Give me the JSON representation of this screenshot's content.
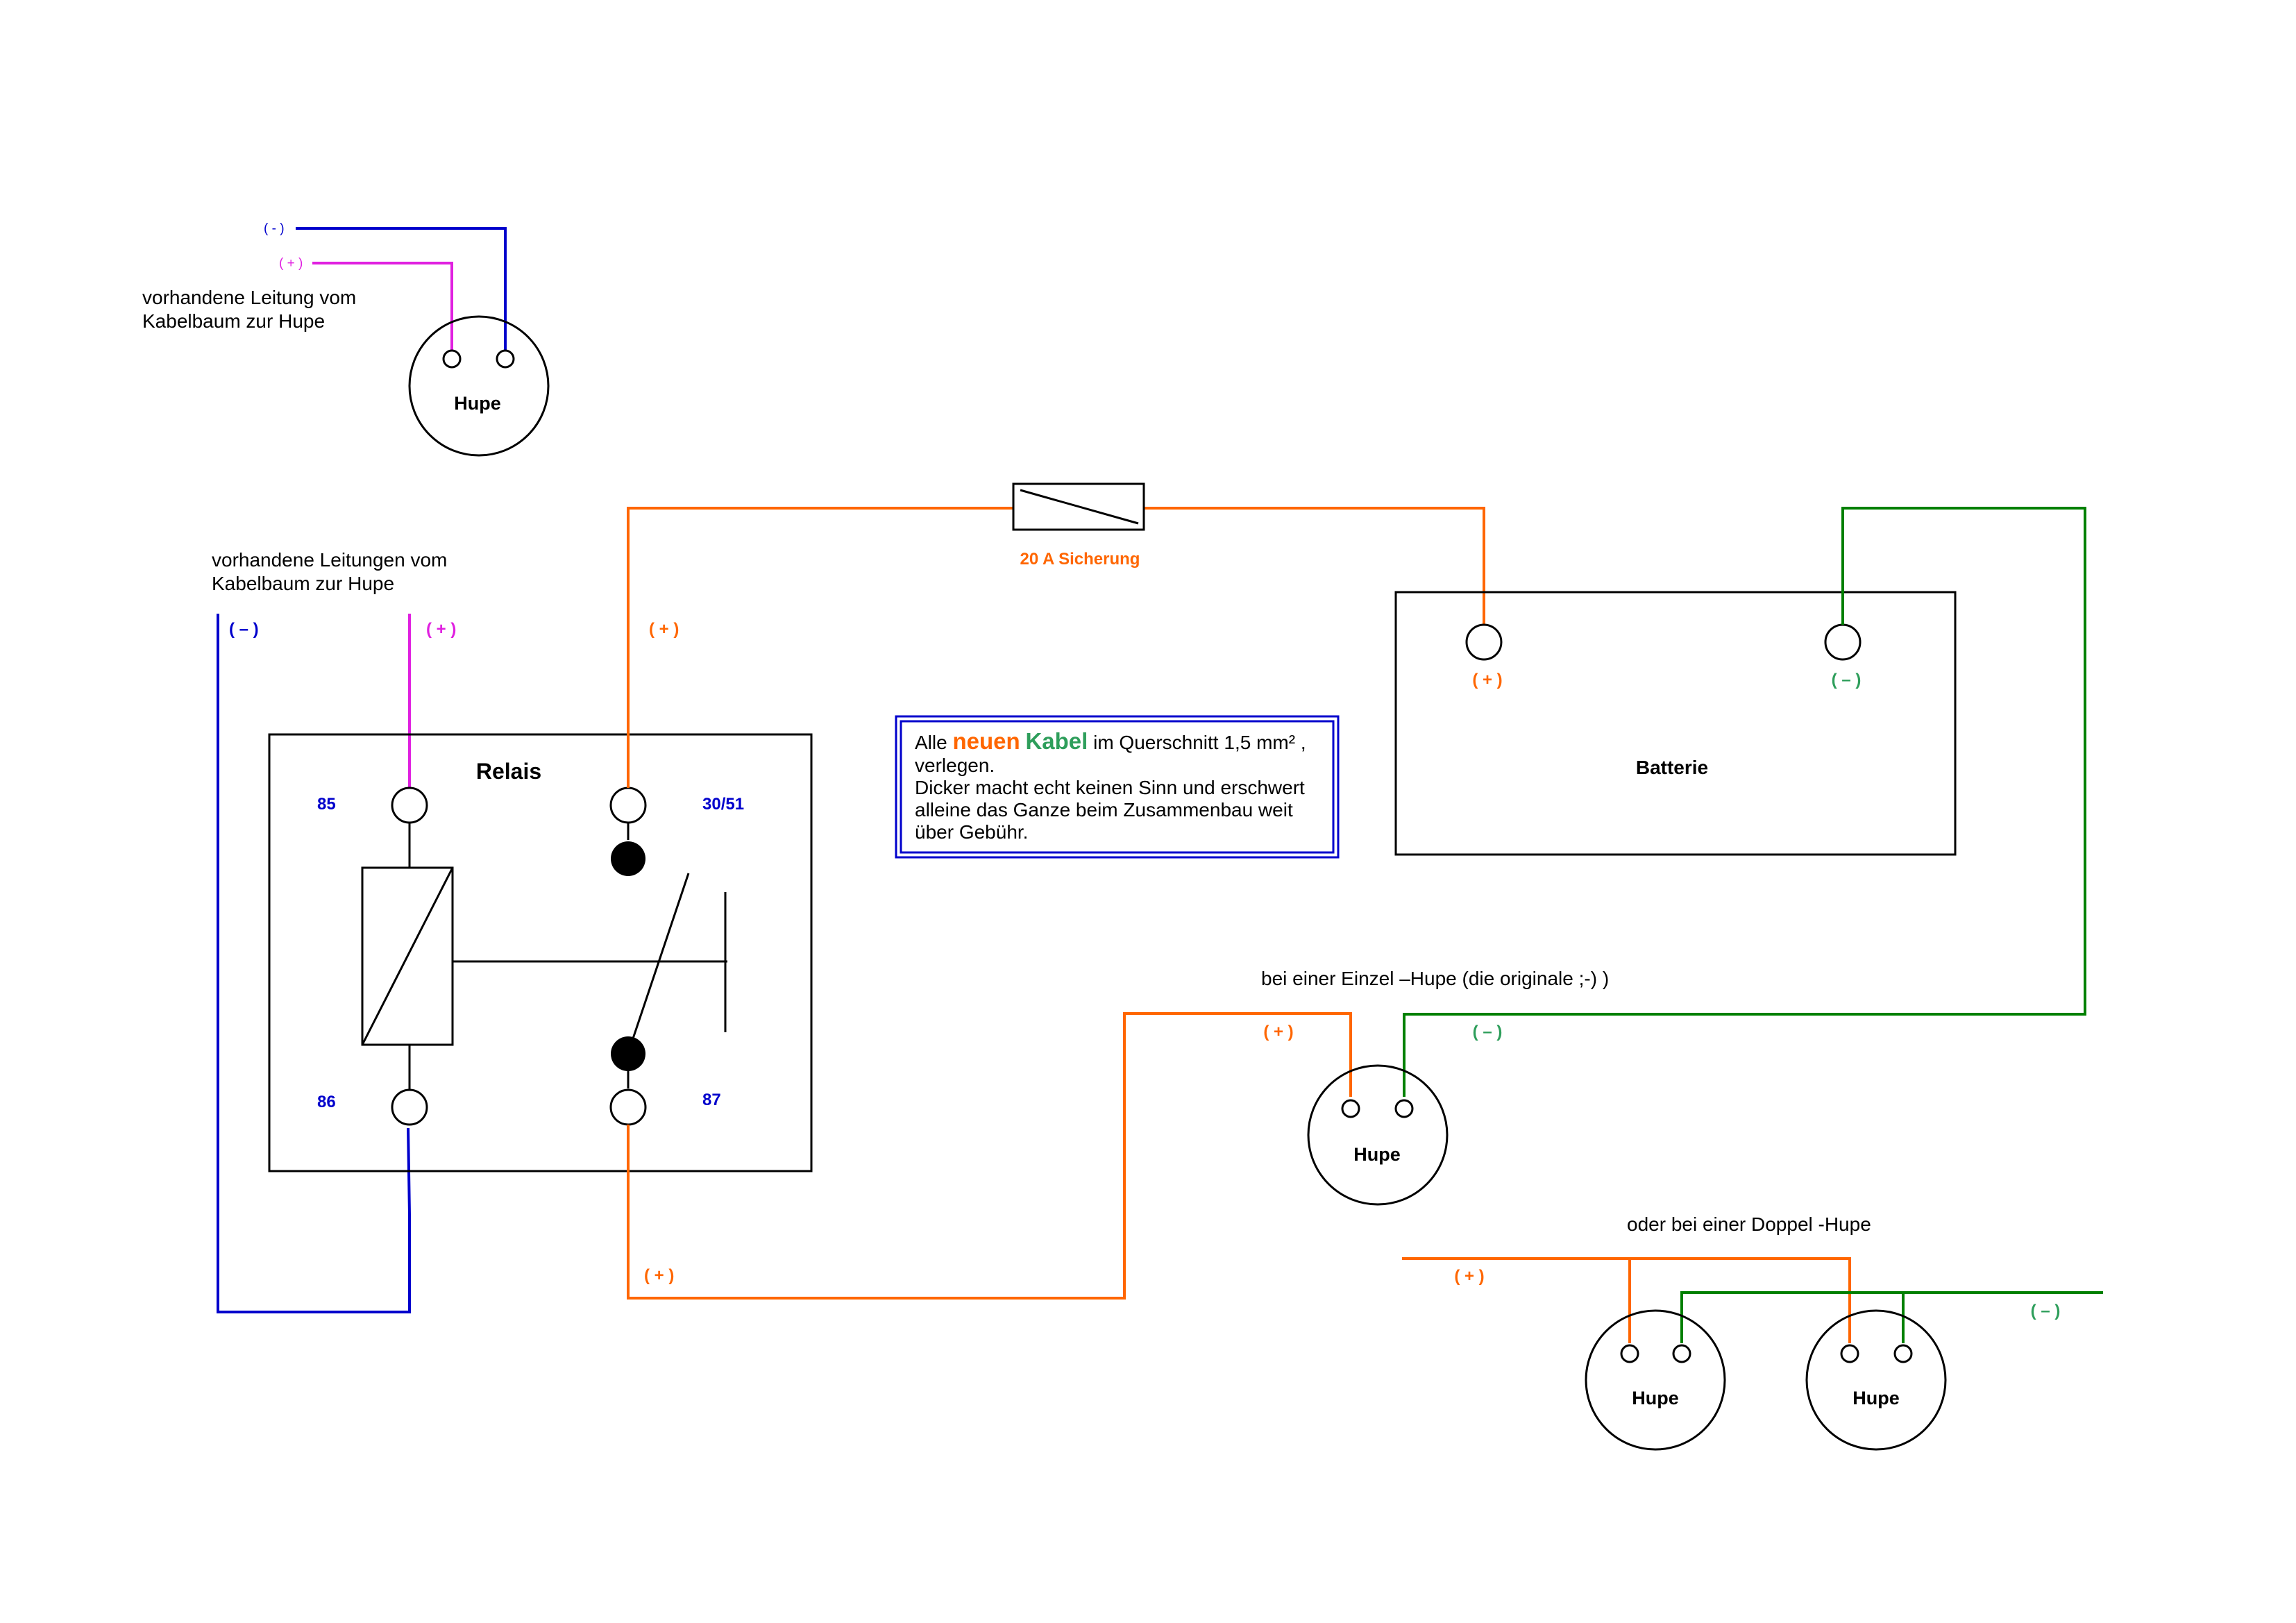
{
  "colors": {
    "orange": "#ff6600",
    "green": "#008000",
    "blue": "#0000cc",
    "magenta": "#e020e0",
    "black": "#000000",
    "note_green": "#2e9e5b"
  },
  "top_horn": {
    "minus_label": "( - )",
    "plus_label": "( + )",
    "caption_line1": "vorhandene Leitung vom",
    "caption_line2": "Kabelbaum zur Hupe",
    "horn_label": "Hupe"
  },
  "relay_leads": {
    "caption_line1": "vorhandene Leitungen vom",
    "caption_line2": "Kabelbaum zur Hupe",
    "minus_label": "( – )",
    "plus_label": "( + )"
  },
  "relay": {
    "title": "Relais",
    "pin_85": "85",
    "pin_86": "86",
    "pin_3051": "30/51",
    "pin_87": "87"
  },
  "fuse": {
    "label": "20 A Sicherung",
    "plus_label": "( + )"
  },
  "battery": {
    "label": "Batterie",
    "plus_label": "( + )",
    "minus_label": "( – )"
  },
  "note": {
    "prefix": "Alle ",
    "word_new": "neuen",
    "word_cable": "Kabel",
    "suffix": " im Querschnitt 1,5 mm² ,",
    "line2": "verlegen.",
    "line3": "Dicker  macht echt keinen Sinn und erschwert",
    "line4": "alleine das Ganze beim Zusammenbau weit",
    "line5": "über Gebühr."
  },
  "single_horn": {
    "caption": "bei einer Einzel –Hupe (die originale ;-) )",
    "plus_label": "( + )",
    "minus_label": "( – )",
    "horn_label": "Hupe"
  },
  "output_wire": {
    "plus_label": "( + )"
  },
  "double_horn": {
    "caption": "oder bei einer Doppel -Hupe",
    "plus_label": "( + )",
    "minus_label": "( – )",
    "horn1_label": "Hupe",
    "horn2_label": "Hupe"
  }
}
